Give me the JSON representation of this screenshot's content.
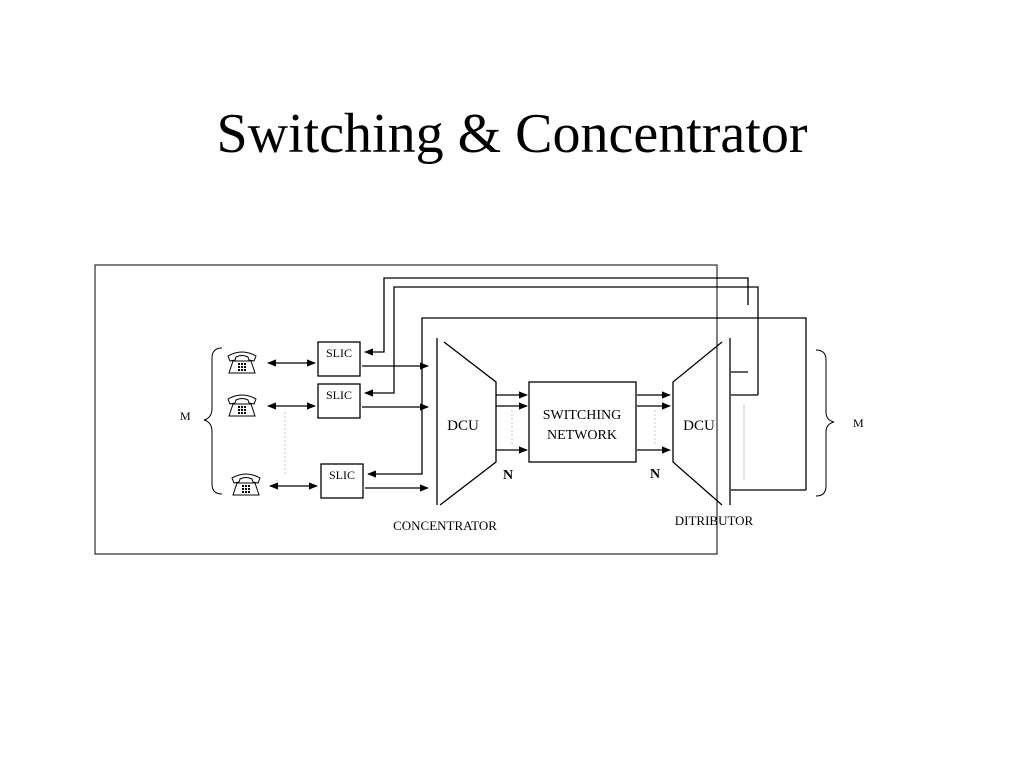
{
  "title": "Switching & Concentrator",
  "diagram": {
    "slic_labels": [
      "SLIC",
      "SLIC",
      "SLIC"
    ],
    "left_group_label": "M",
    "right_group_label": "M",
    "dcu_left_label": "DCU",
    "dcu_right_label": "DCU",
    "switching_network_line1": "SWITCHING",
    "switching_network_line2": "NETWORK",
    "n_left_label": "N",
    "n_right_label": "N",
    "concentrator_label": "CONCENTRATOR",
    "distributor_label": "DITRIBUTOR",
    "telephone_icons": [
      "telephone-icon",
      "telephone-icon",
      "telephone-icon"
    ]
  }
}
